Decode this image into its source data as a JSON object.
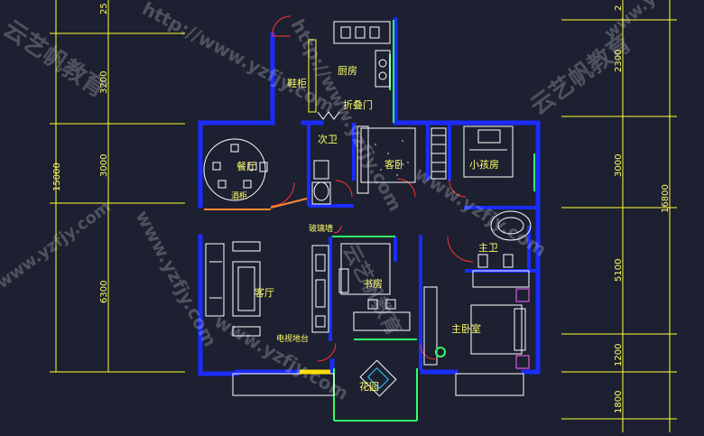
{
  "colors": {
    "background": "#1c2030",
    "wall": "#1a2cff",
    "dimension": "#ffff33",
    "furniture": "#ffffff",
    "door": "#ff3333",
    "glass": "#33ff66",
    "wood": "#ff8833"
  },
  "rooms": {
    "kitchen": "厨房",
    "shoe_cabinet": "鞋柜",
    "folding_door": "折叠门",
    "second_bath": "次卫",
    "guest_bedroom": "客卧",
    "kids_room": "小孩房",
    "dining": "餐厅",
    "wine_cabinet": "酒柜",
    "glass_wall": "玻璃墙",
    "master_bath": "主卫",
    "living": "客厅",
    "study": "书房",
    "master_bedroom": "主卧室",
    "tv_wall": "电视地台",
    "garden": "花园"
  },
  "dimensions": {
    "left_total": "15000",
    "left_1": "3200",
    "left_2": "3000",
    "left_3": "6300",
    "right_total": "16800",
    "right_1": "2300",
    "right_2": "3000",
    "right_3": "5100",
    "right_4": "1200",
    "right_5": "1800",
    "top_cut_left": "25",
    "top_cut_right": "2"
  },
  "watermark": {
    "url_a": "http://www.yzfjy.com",
    "url_b": "www.yzfjy.com",
    "brand": "云艺帆教育"
  }
}
